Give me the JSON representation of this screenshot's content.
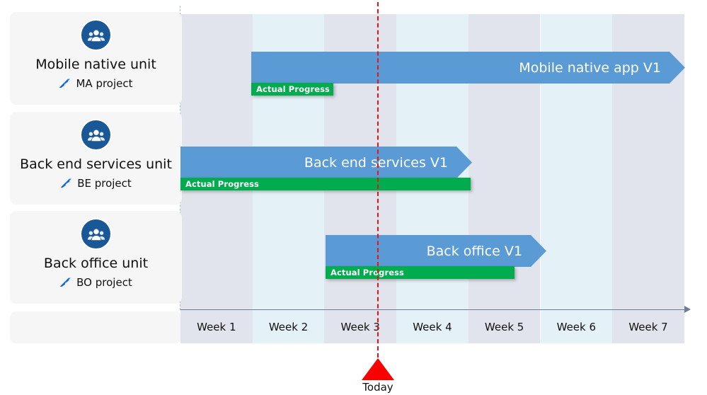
{
  "chart_data": {
    "type": "gantt",
    "title": "",
    "time_axis": {
      "unit": "week",
      "labels": [
        "Week 1",
        "Week 2",
        "Week 3",
        "Week 4",
        "Week 5",
        "Week 6",
        "Week 7"
      ],
      "columns": 7
    },
    "today_marker": {
      "label": "Today",
      "week_position": 3.75,
      "color": "#e81313"
    },
    "colors": {
      "task_bar": "#5b9bd5",
      "progress_bar": "#00ac4e",
      "column_odd": "#e1e4ec",
      "column_even": "#e4f1f7",
      "card_background": "#f6f6f7",
      "team_icon_circle": "#1a5796",
      "today": "#fb0000"
    },
    "rows": [
      {
        "unit": "Mobile native unit",
        "project": "MA project",
        "team_icon": "team-people-icon",
        "project_icon": "jira-icon",
        "task": {
          "label": "Mobile native app V1",
          "start_week": 1.98,
          "end_week": 7.02
        },
        "progress": {
          "label": "Actual Progress",
          "start_week": 1.98,
          "end_week": 3.13
        }
      },
      {
        "unit": "Back end services unit",
        "project": "BE project",
        "team_icon": "team-people-icon",
        "project_icon": "jira-icon",
        "task": {
          "label": "Back end services V1",
          "start_week": 1.0,
          "end_week": 5.06
        },
        "progress": {
          "label": "Actual Progress",
          "start_week": 1.0,
          "end_week": 5.03
        }
      },
      {
        "unit": "Back office unit",
        "project": "BO project",
        "team_icon": "team-people-icon",
        "project_icon": "jira-icon",
        "task": {
          "label": "Back office V1",
          "start_week": 3.02,
          "end_week": 6.09
        },
        "progress": {
          "label": "Actual Progress",
          "start_week": 3.02,
          "end_week": 5.64
        }
      }
    ]
  },
  "timeline": {
    "weeks": [
      {
        "label": "Week 1"
      },
      {
        "label": "Week 2"
      },
      {
        "label": "Week 3"
      },
      {
        "label": "Week 4"
      },
      {
        "label": "Week 5"
      },
      {
        "label": "Week 6"
      },
      {
        "label": "Week 7"
      }
    ]
  },
  "units": [
    {
      "title": "Mobile native unit",
      "project": "MA project"
    },
    {
      "title": "Back end services unit",
      "project": "BE project"
    },
    {
      "title": "Back office unit",
      "project": "BO project"
    }
  ],
  "tasks": [
    {
      "label": "Mobile native app V1",
      "progress_label": "Actual Progress"
    },
    {
      "label": "Back end services V1",
      "progress_label": "Actual Progress"
    },
    {
      "label": "Back office V1",
      "progress_label": "Actual Progress"
    }
  ],
  "today": {
    "label": "Today"
  }
}
